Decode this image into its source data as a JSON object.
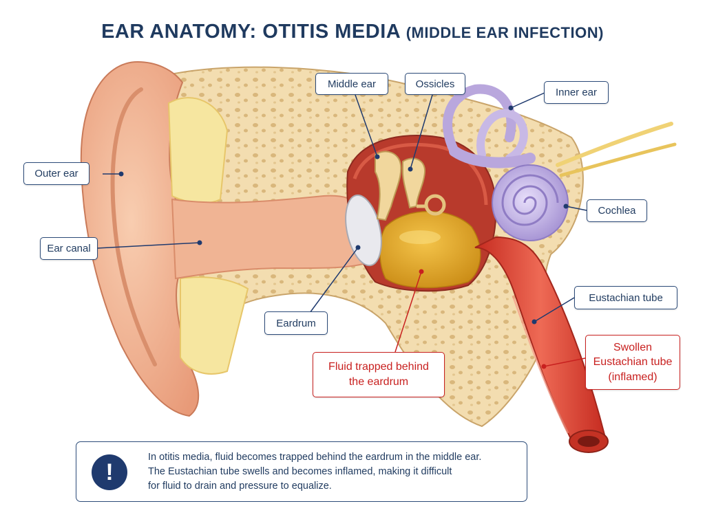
{
  "title": {
    "main": "EAR ANATOMY: OTITIS MEDIA",
    "sub": "(MIDDLE EAR INFECTION)"
  },
  "labels": {
    "middle_ear": "Middle ear",
    "ossicles": "Ossicles",
    "inner_ear": "Inner ear",
    "outer_ear": "Outer ear",
    "cochlea": "Cochlea",
    "ear_canal": "Ear canal",
    "eustachian_tube": "Eustachian tube",
    "eardrum": "Eardrum",
    "fluid": "Fluid trapped behind the eardrum",
    "swollen_tube": "Swollen Eustachian tube (inflamed)"
  },
  "note": {
    "icon": "!",
    "icon_name": "exclamation-icon",
    "lines": [
      "In otitis media, fluid becomes trapped behind the eardrum in the middle ear.",
      "The Eustachian tube swells and becomes inflamed, making it difficult",
      "for fluid to drain and pressure to equalize."
    ]
  },
  "colors": {
    "title": "#1f3a5f",
    "label_border": "#2b4a78",
    "alert_red": "#c8201f",
    "skin": "#f2b592",
    "bone": "#f3ddb0",
    "fluid": "#e3a825",
    "inner_ear": "#b9a7dd",
    "tube": "#d8402f"
  }
}
